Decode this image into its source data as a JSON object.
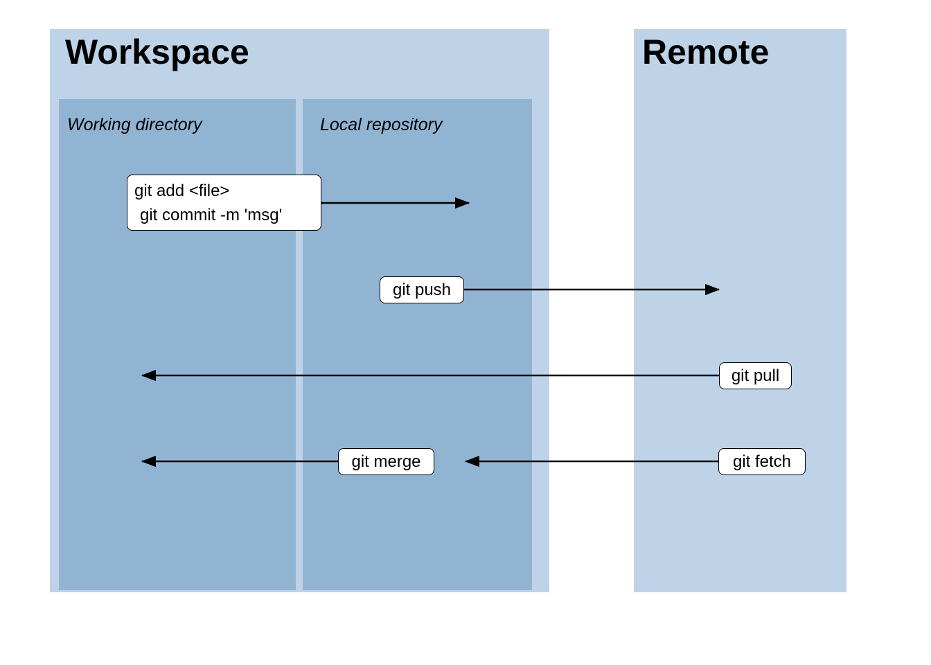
{
  "workspace": {
    "title": "Workspace"
  },
  "remote": {
    "title": "Remote"
  },
  "panels": {
    "working_directory": {
      "label": "Working directory"
    },
    "local_repository": {
      "label": "Local repository"
    }
  },
  "labels": {
    "add_commit": {
      "line1": "git add <file>",
      "line2": "git commit -m 'msg'"
    },
    "push": "git push",
    "pull": "git pull",
    "merge": "git merge",
    "fetch": "git fetch"
  },
  "arrows": [
    {
      "name": "add-commit",
      "from": "working-directory",
      "to": "local-repository",
      "direction": "right"
    },
    {
      "name": "push",
      "from": "local-repository",
      "to": "remote",
      "direction": "right"
    },
    {
      "name": "pull",
      "from": "remote",
      "to": "working-directory",
      "direction": "left"
    },
    {
      "name": "merge",
      "from": "local-repository",
      "to": "working-directory",
      "direction": "left"
    },
    {
      "name": "fetch",
      "from": "remote",
      "to": "local-repository",
      "direction": "left"
    }
  ],
  "colors": {
    "container_bg": "#bed3e8",
    "panel_bg": "#92b4d3",
    "label_bg": "#ffffff",
    "label_border": "#000000",
    "arrow": "#000000",
    "text": "#000000",
    "page_bg": "#ffffff"
  }
}
